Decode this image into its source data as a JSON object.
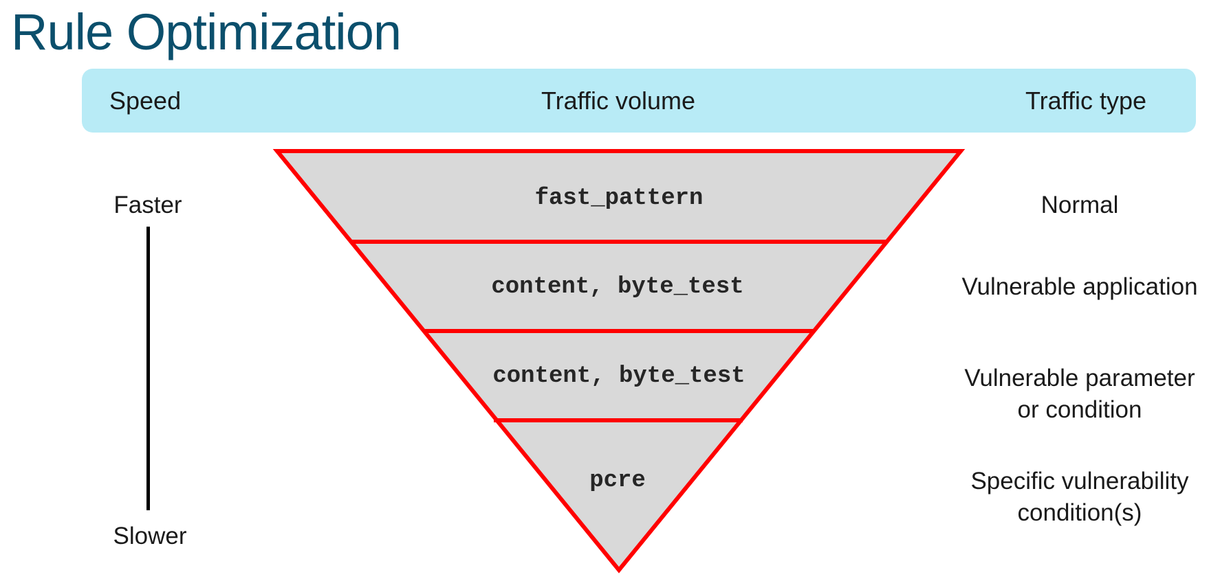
{
  "title": "Rule Optimization",
  "header": {
    "speed": "Speed",
    "traffic_volume": "Traffic volume",
    "traffic_type": "Traffic type"
  },
  "speed_axis": {
    "top": "Faster",
    "bottom": "Slower"
  },
  "funnel": {
    "levels": [
      "fast_pattern",
      "content, byte_test",
      "content, byte_test",
      "pcre"
    ],
    "fill_color": "#d9d9d9",
    "outline_color": "#ff0000"
  },
  "traffic_types": [
    [
      "Normal"
    ],
    [
      "Vulnerable application"
    ],
    [
      "Vulnerable parameter",
      "or condition"
    ],
    [
      "Specific vulnerability",
      "condition(s)"
    ]
  ],
  "colors": {
    "title": "#0b4f6c",
    "header_bg": "#b8ebf6"
  }
}
